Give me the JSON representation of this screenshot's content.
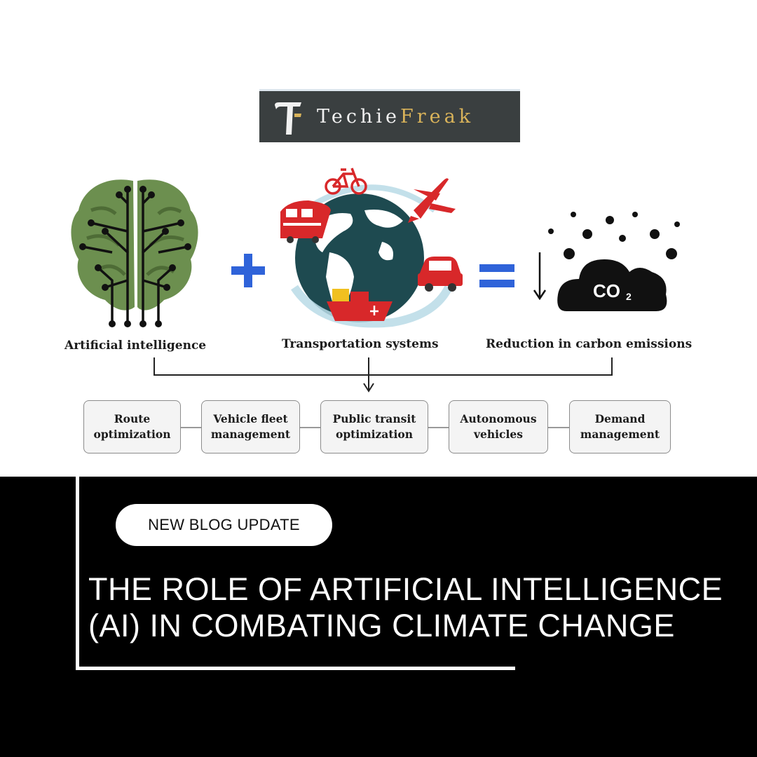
{
  "logo": {
    "text_part1": "Techie",
    "text_part2": "Freak"
  },
  "diagram": {
    "labels": {
      "ai": "Artificial intelligence",
      "transport": "Transportation systems",
      "reduction": "Reduction in carbon emissions"
    },
    "operators": {
      "plus": "+",
      "equals": "="
    },
    "co2_label": "CO",
    "co2_subscript": "2",
    "boxes": [
      {
        "line1": "Route",
        "line2": "optimization"
      },
      {
        "line1": "Vehicle fleet",
        "line2": "management"
      },
      {
        "line1": "Public transit",
        "line2": "optimization"
      },
      {
        "line1": "Autonomous",
        "line2": "vehicles"
      },
      {
        "line1": "Demand",
        "line2": "management"
      }
    ],
    "icons": [
      "brain-circuit-icon",
      "globe-icon",
      "bicycle-icon",
      "train-icon",
      "airplane-icon",
      "car-icon",
      "ship-icon",
      "co2-cloud-icon",
      "down-arrow-icon"
    ],
    "colors": {
      "brain": "#6c8f4f",
      "operator": "#2f63d9",
      "globe": "#1e4a50",
      "vehicle_red": "#d8282a",
      "cloud": "#111111"
    }
  },
  "blog": {
    "badge": "NEW BLOG UPDATE",
    "headline_line1": "THE ROLE OF ARTIFICIAL INTELLIGENCE",
    "headline_line2": "(AI) IN COMBATING CLIMATE CHANGE"
  }
}
